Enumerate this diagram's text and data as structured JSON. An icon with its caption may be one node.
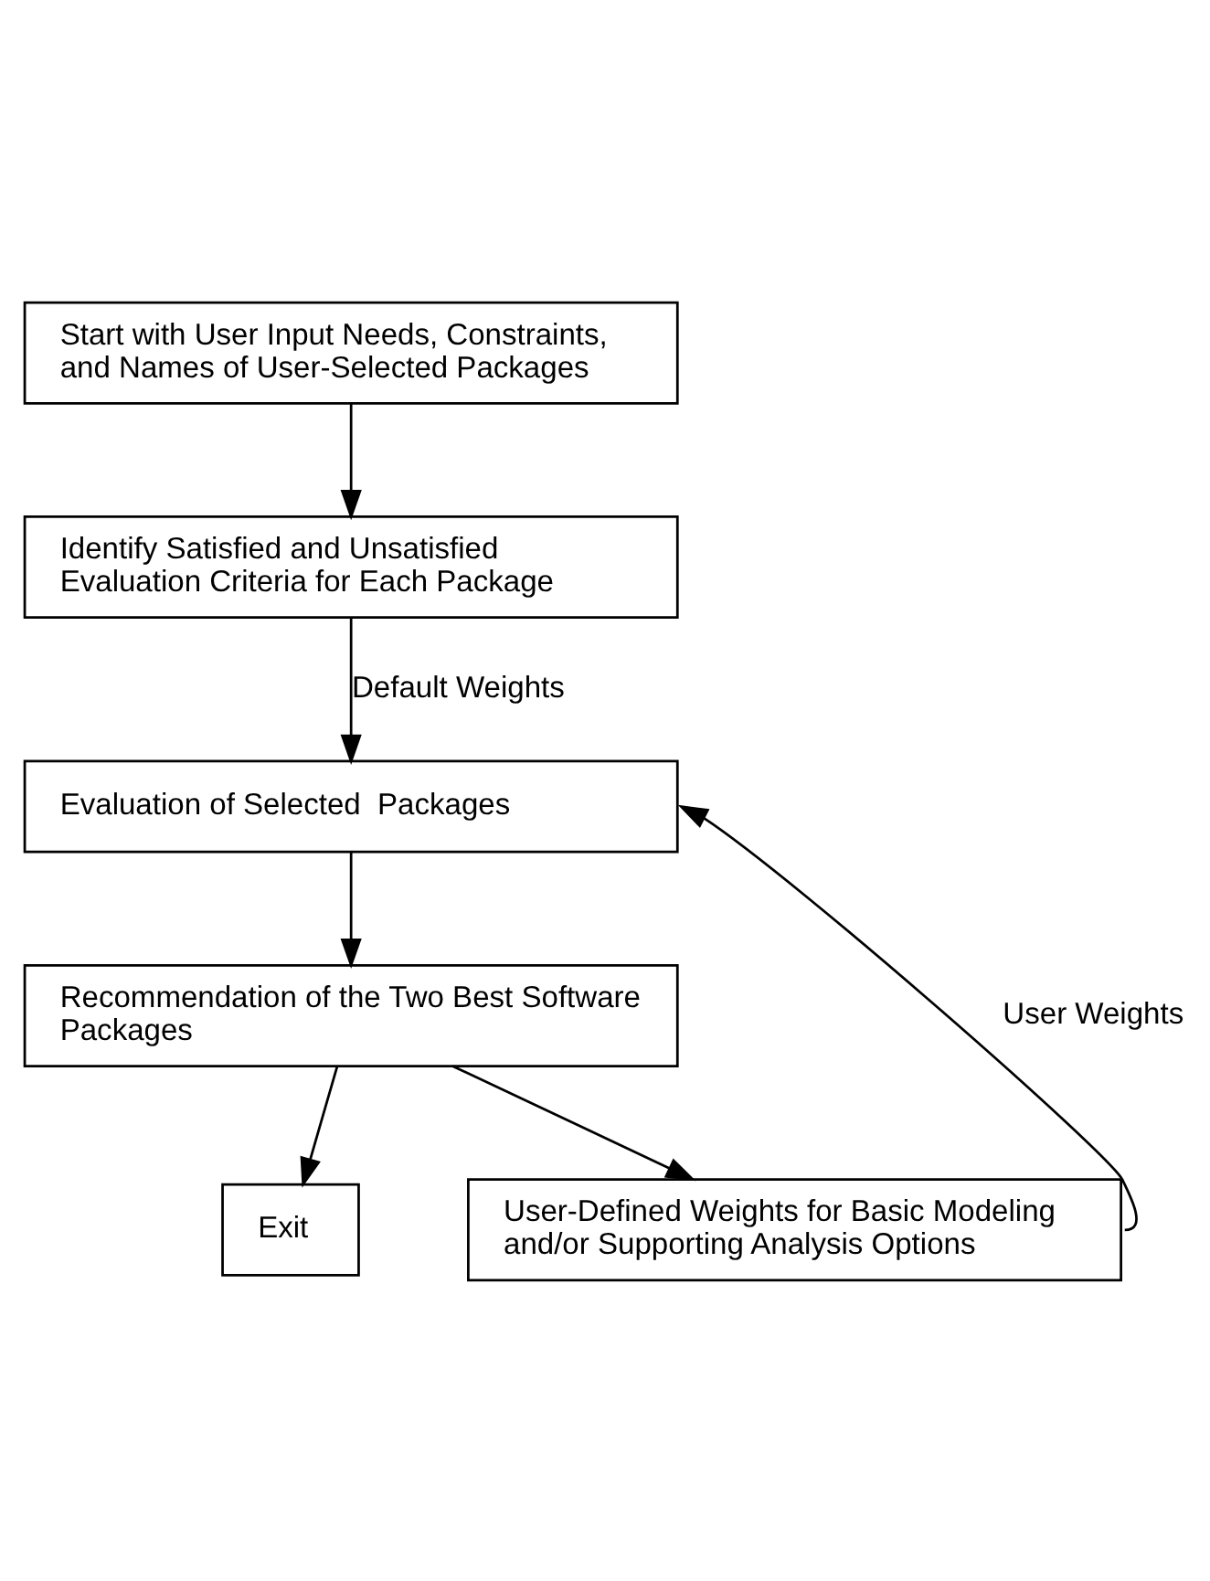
{
  "diagram": {
    "nodes": [
      {
        "text": [
          "Start with User Input Needs, Constraints, and Names of User-Selected Packages"
        ]
      },
      {
        "text": [
          "Identify Satisfied and Unsatisfied Evaluation Criteria for Each Package"
        ]
      },
      {
        "text": [
          "Evaluation of Selected  Packages"
        ]
      },
      {
        "text": [
          "Recommendation of the Two Best Software Packages"
        ]
      },
      {
        "text": [
          "Exit"
        ]
      },
      {
        "text": [
          "User-Defined Weights for Basic Modeling and/or Supporting Analysis Options"
        ]
      }
    ],
    "edges": [
      {
        "from": 0,
        "to": 1,
        "arrow": "to"
      },
      {
        "from": 1,
        "to": 2,
        "arrow": "to",
        "label": "Default Weights"
      },
      {
        "from": 2,
        "to": 3,
        "arrow": "to"
      },
      {
        "from": 3,
        "to": 4,
        "arrow": "to"
      },
      {
        "from": 3,
        "to": 5,
        "arrow": "to"
      },
      {
        "from": 5,
        "to": 2,
        "arrow": "to",
        "label": "User Weights"
      }
    ]
  }
}
